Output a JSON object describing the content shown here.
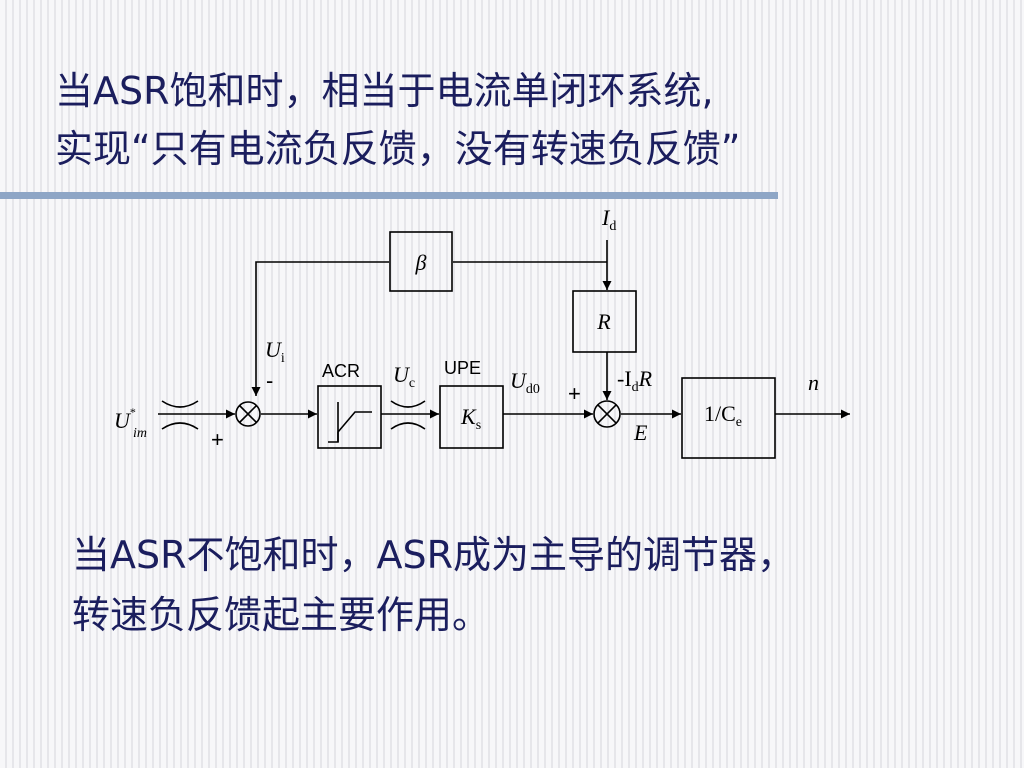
{
  "slide": {
    "title_line1": "当ASR饱和时，相当于电流单闭环系统,",
    "title_line2": "实现“只有电流负反馈，没有转速负反馈”",
    "body_line1": "当ASR不饱和时，ASR成为主导的调节器，",
    "body_line2": "转速负反馈起主要作用。"
  },
  "diagram": {
    "beta_symbol": "β",
    "R_symbol": "R",
    "acr_label": "ACR",
    "upe_label": "UPE",
    "ks_main": "K",
    "ks_sub": "s",
    "ce_main": "1/C",
    "ce_sub": "e",
    "id_main": "I",
    "id_sub": "d",
    "ui_main": "U",
    "ui_sub": "i",
    "minus_sign": "-",
    "uc_main": "U",
    "uc_sub": "c",
    "ud0_main": "U",
    "ud0_sub": "d0",
    "plus_sign": "+",
    "idr_prefix": "-I",
    "idr_sub": "d",
    "idr_suffix": "R",
    "e_label": "E",
    "n_label": "n",
    "uim_main": "U",
    "uim_sub": "im",
    "uim_sup": "*"
  },
  "colors": {
    "text": "#1b1e5e",
    "rule": "#8ea6c6"
  }
}
